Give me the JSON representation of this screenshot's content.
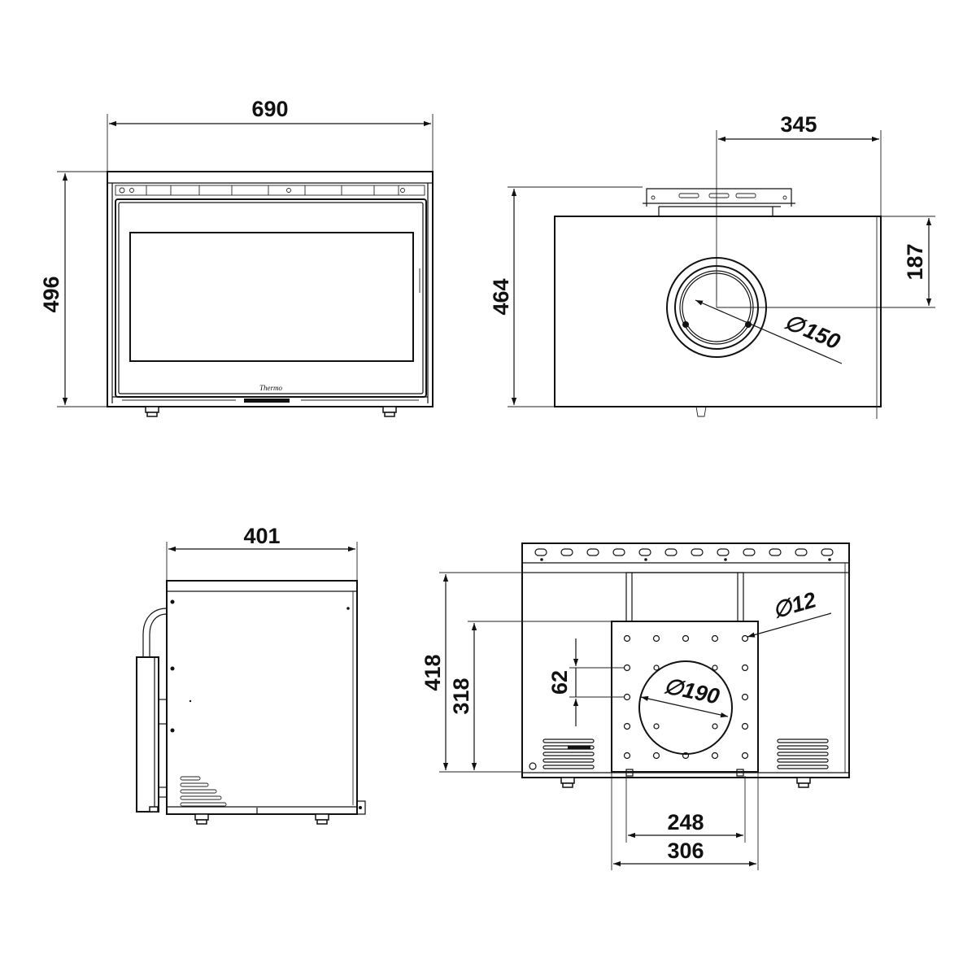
{
  "front_view": {
    "width_label": "690",
    "height_label": "496",
    "brand_mark": "Thermo"
  },
  "rear_view": {
    "width_label": "345",
    "height_label": "464",
    "outlet_height_label": "187",
    "outlet_diameter_label": "150",
    "diameter_symbol": "∅"
  },
  "side_view": {
    "depth_label": "401"
  },
  "top_view": {
    "height_label_outer": "418",
    "height_label_inner": "318",
    "hole_spacing_label": "62",
    "hole_diameter_label": "12",
    "outlet_diameter_label": "190",
    "diameter_symbol": "∅",
    "width_label_inner": "248",
    "width_label_outer": "306"
  }
}
